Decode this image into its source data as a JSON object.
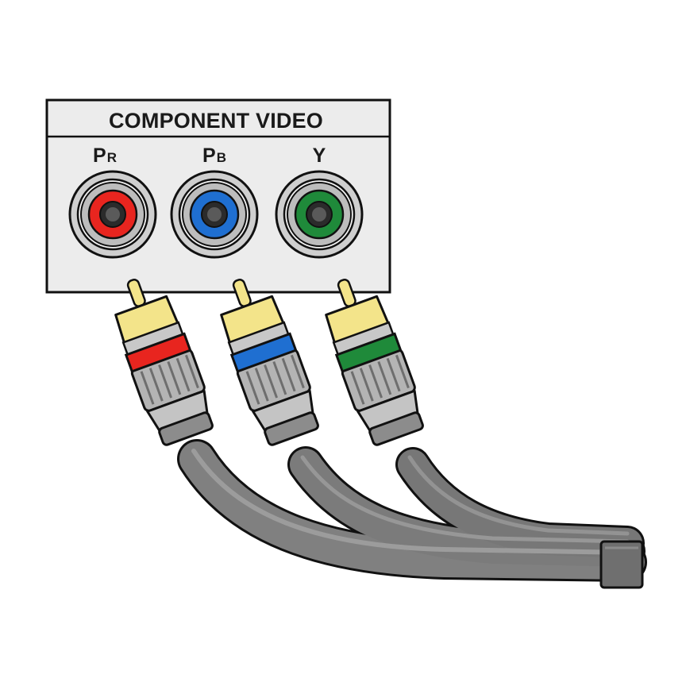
{
  "panel": {
    "title": "COMPONENT VIDEO"
  },
  "jacks": [
    {
      "label_main": "P",
      "label_sub": "R",
      "color": "#e8251f"
    },
    {
      "label_main": "P",
      "label_sub": "B",
      "color": "#1f6fd1"
    },
    {
      "label_main": "Y",
      "label_sub": "",
      "color": "#1f8a3a"
    }
  ],
  "colors": {
    "plug_tip": "#f3e48a",
    "plug_silver": "#bdbdbd",
    "cable": "#7a7a7a",
    "panel_bg": "#ededed",
    "outline": "#111111"
  }
}
